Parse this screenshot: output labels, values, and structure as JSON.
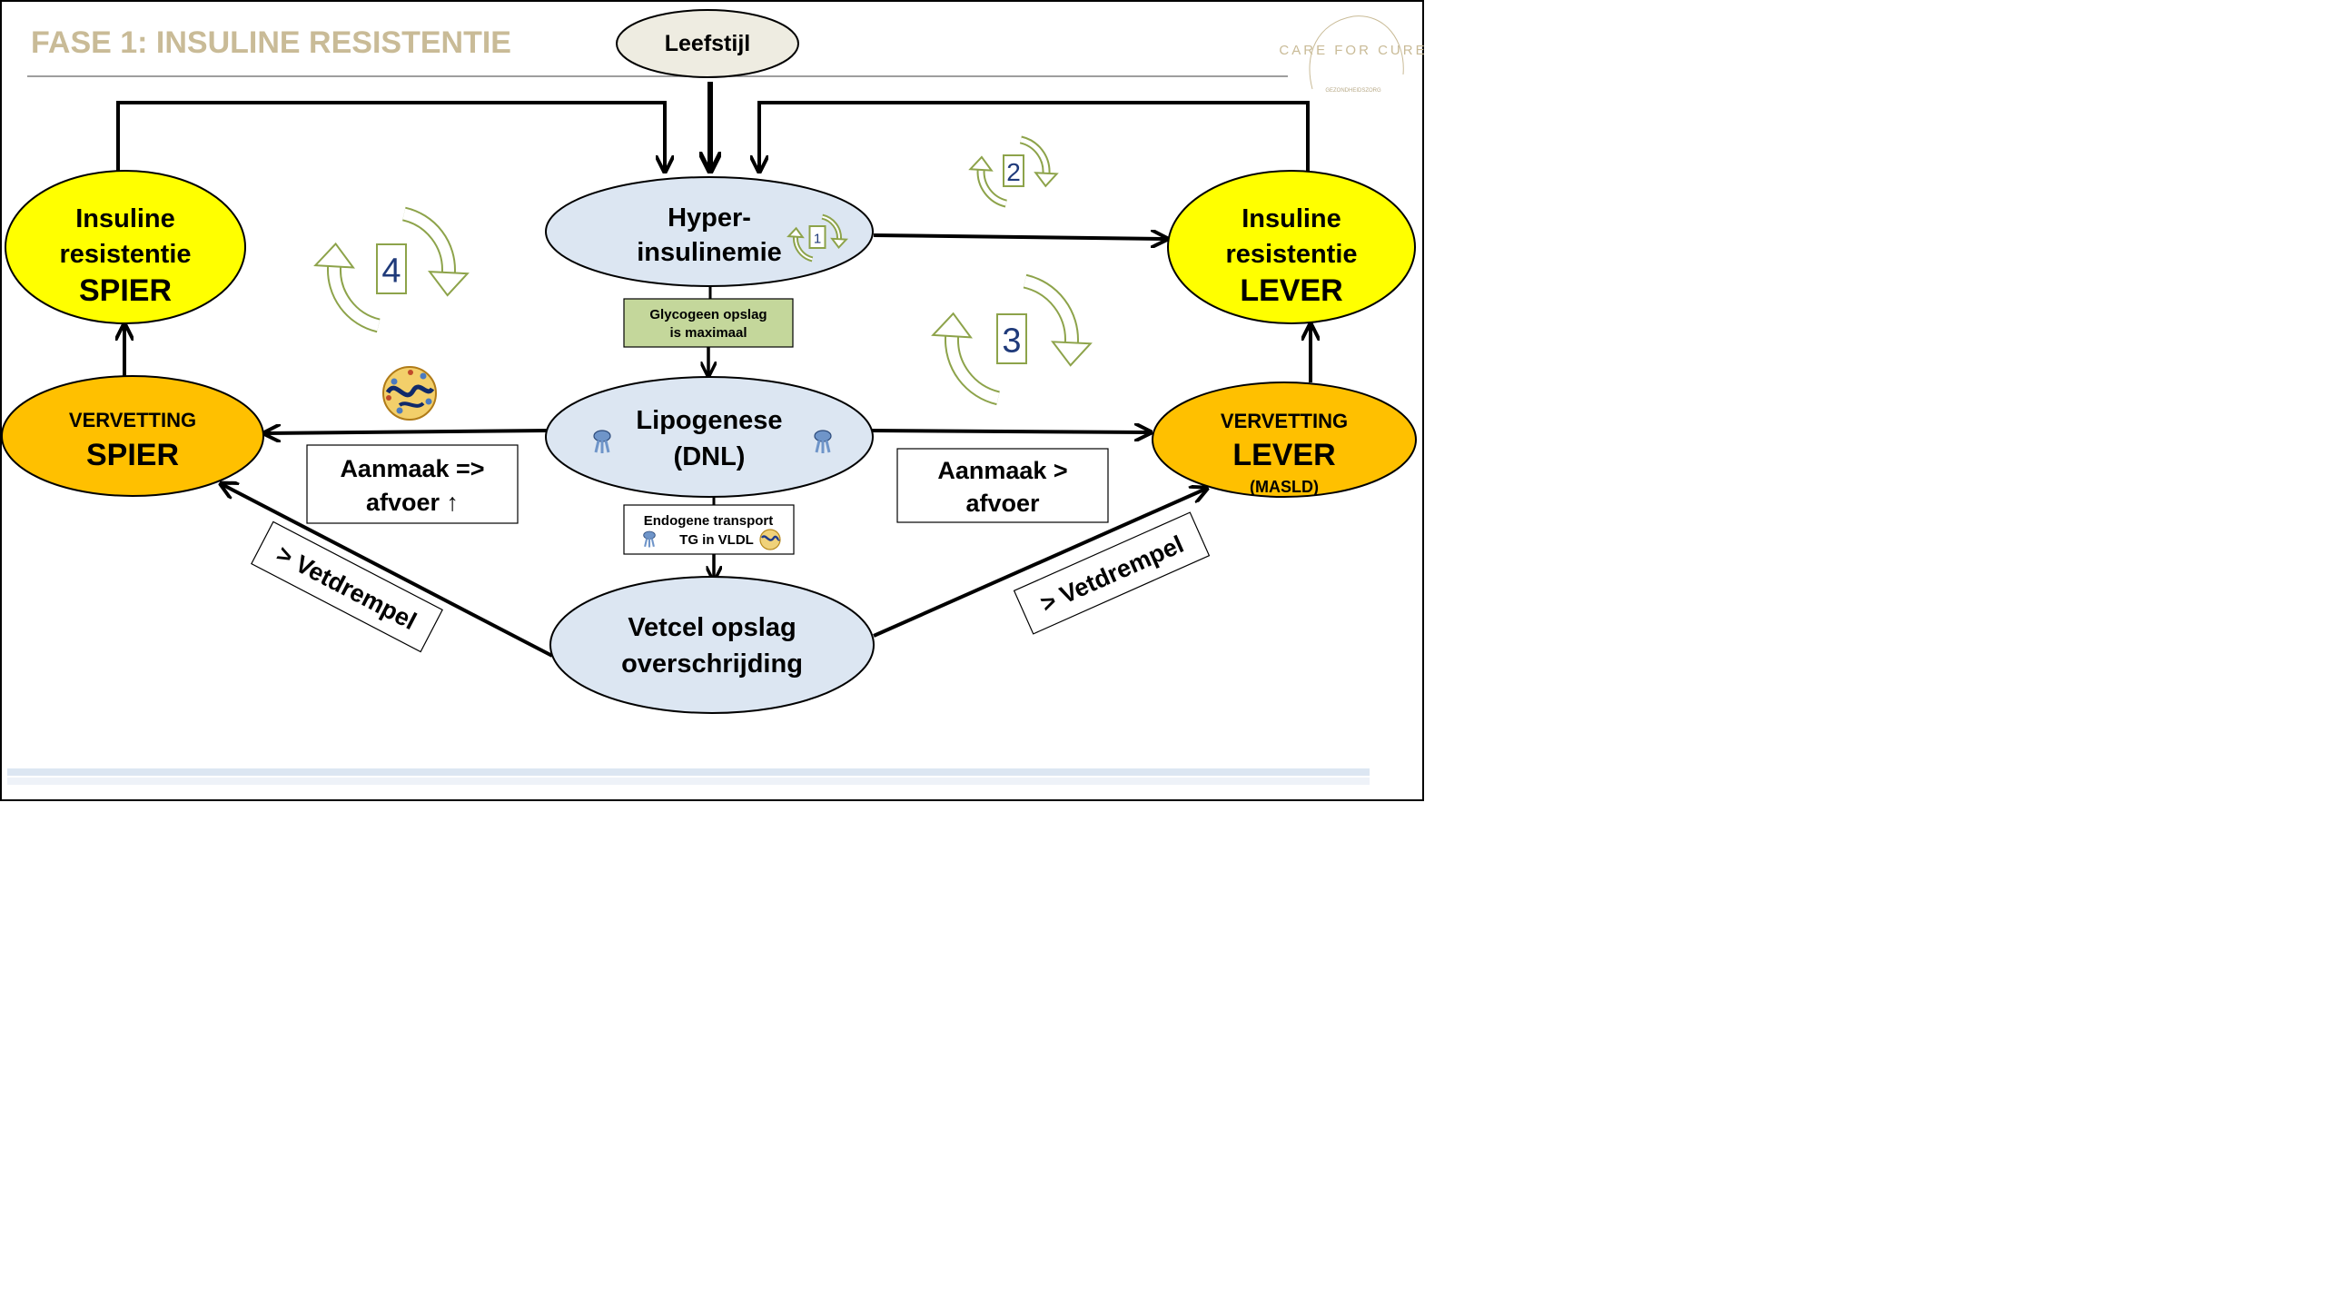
{
  "header": {
    "title": "FASE 1: INSULINE RESISTENTIE",
    "logo_text": "CARE FOR CURE",
    "logo_subtext": "GEZONDHEIDSZORG"
  },
  "nodes": {
    "leefstijl": "Leefstijl",
    "hyper_line1": "Hyper-",
    "hyper_line2": "insulinemie",
    "glycogeen_line1": "Glycogeen opslag",
    "glycogeen_line2": "is maximaal",
    "lipo_line1": "Lipogenese",
    "lipo_line2": "(DNL)",
    "endo_line1": "Endogene transport",
    "endo_line2": "TG in VLDL",
    "vetcel_line1": "Vetcel opslag",
    "vetcel_line2": "overschrijding",
    "ir_spier_line1": "Insuline",
    "ir_spier_line2": "resistentie",
    "ir_spier_line3": "SPIER",
    "ir_lever_line1": "Insuline",
    "ir_lever_line2": "resistentie",
    "ir_lever_line3": "LEVER",
    "vv_spier_line1": "VERVETTING",
    "vv_spier_line2": "SPIER",
    "vv_lever_line1": "VERVETTING",
    "vv_lever_line2": "LEVER",
    "vv_lever_line3": "(MASLD)",
    "aanmaak_left_line1": "Aanmaak =>",
    "aanmaak_left_line2": "afvoer ↑",
    "aanmaak_right_line1": "Aanmaak >",
    "aanmaak_right_line2": "afvoer",
    "vetdrempel_left": "> Vetdrempel",
    "vetdrempel_right": "> Vetdrempel"
  },
  "cycles": [
    "1",
    "2",
    "3",
    "4"
  ],
  "colors": {
    "title": "#c9bb97",
    "yellow": "#ffff00",
    "orange": "#ffc000",
    "lightblue": "#dce6f2",
    "green_box": "#c4d79b",
    "cycle_green": "#8da34a",
    "cycle_number": "#1f3a7a",
    "beige": "#eeece1"
  }
}
